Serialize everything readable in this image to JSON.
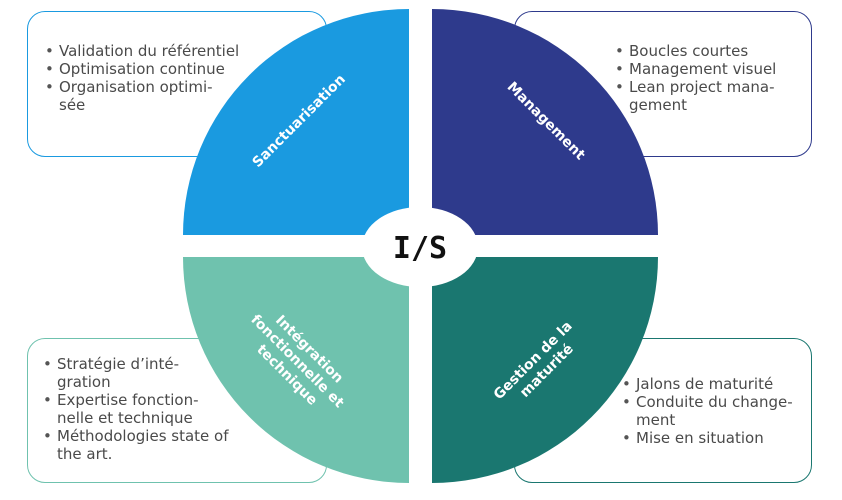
{
  "diagram": {
    "center_label": "I/S",
    "quadrants": [
      {
        "id": "top-left",
        "title_lines": [
          "Sanctuarisation"
        ],
        "color": "#1a9ae0",
        "bullets": [
          [
            "Validation du référentiel"
          ],
          [
            "Optimisation continue"
          ],
          [
            "Organisation optimi-",
            "sée"
          ]
        ]
      },
      {
        "id": "top-right",
        "title_lines": [
          "Management"
        ],
        "color": "#2e3a8c",
        "bullets": [
          [
            "Boucles courtes"
          ],
          [
            "Management visuel"
          ],
          [
            "Lean project mana-",
            "gement"
          ]
        ]
      },
      {
        "id": "bottom-left",
        "title_lines": [
          "Intégration",
          "fonctionnelle et",
          "technique"
        ],
        "color": "#6fc2ae",
        "bullets": [
          [
            "Stratégie d’inté-",
            "gration"
          ],
          [
            "Expertise fonction-",
            "nelle et technique"
          ],
          [
            "Méthodologies state of",
            "the art."
          ]
        ]
      },
      {
        "id": "bottom-right",
        "title_lines": [
          "Gestion de la",
          "maturité"
        ],
        "color": "#1a7770",
        "bullets": [
          [
            "Jalons de maturité"
          ],
          [
            "Conduite du change-",
            "ment"
          ],
          [
            "Mise en situation"
          ]
        ]
      }
    ]
  }
}
